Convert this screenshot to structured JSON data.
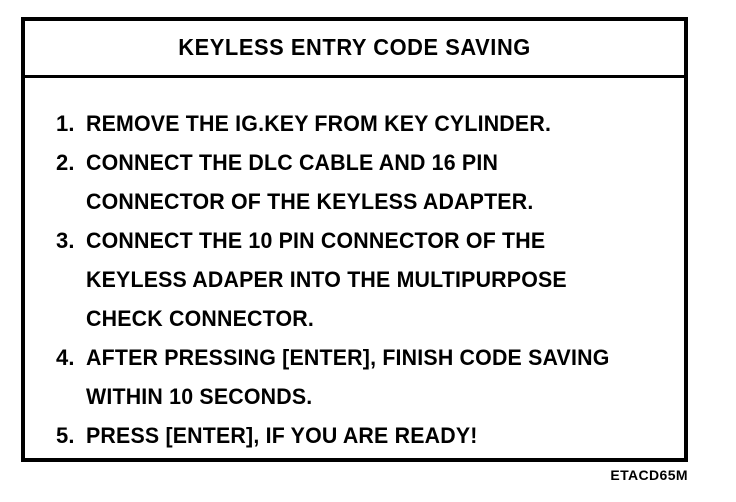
{
  "figure": {
    "title": "KEYLESS ENTRY CODE SAVING",
    "caption": "ETACD65M",
    "steps": [
      {
        "number": "1.",
        "lines": [
          "REMOVE THE IG.KEY FROM KEY CYLINDER."
        ]
      },
      {
        "number": "2.",
        "lines": [
          "CONNECT THE DLC CABLE AND 16 PIN",
          "CONNECTOR OF THE KEYLESS ADAPTER."
        ]
      },
      {
        "number": "3.",
        "lines": [
          "CONNECT THE 10 PIN CONNECTOR OF THE",
          "KEYLESS ADAPER INTO THE MULTIPURPOSE",
          "CHECK CONNECTOR."
        ]
      },
      {
        "number": "4.",
        "lines": [
          "AFTER PRESSING [ENTER], FINISH CODE SAVING",
          "WITHIN 10 SECONDS."
        ]
      },
      {
        "number": "5.",
        "lines": [
          "PRESS [ENTER], IF YOU ARE READY!"
        ]
      }
    ]
  },
  "colors": {
    "ink": "#000000",
    "paper": "#ffffff"
  }
}
